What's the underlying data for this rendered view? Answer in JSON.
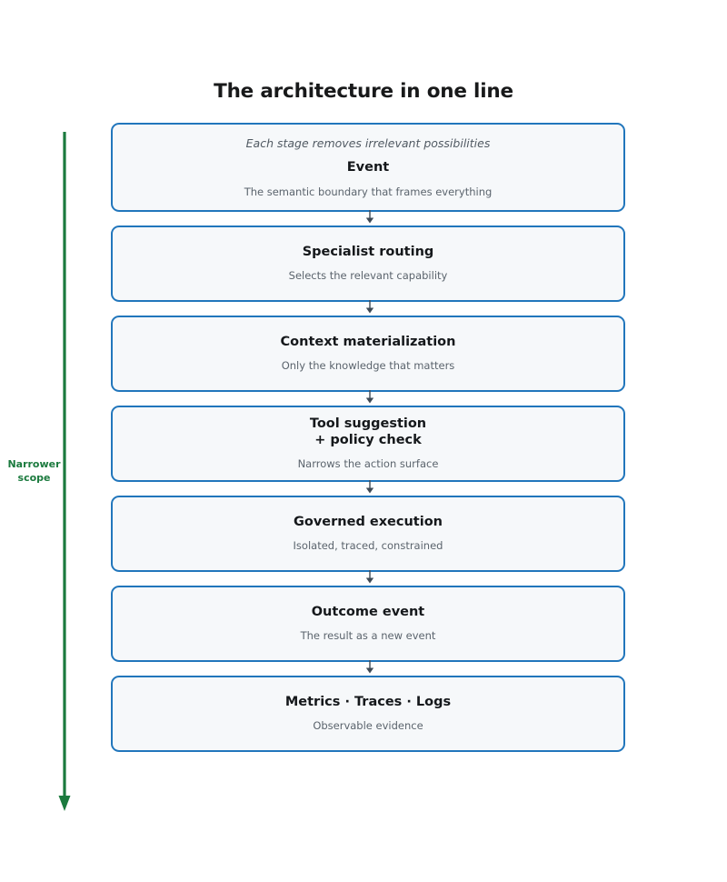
{
  "page": {
    "title": "The architecture in one line",
    "background_color": "#ffffff"
  },
  "scope_axis": {
    "label": "Narrower\nscope",
    "color": "#1b7a3e",
    "direction": "down",
    "arrow_name": "narrower-scope-arrow"
  },
  "style": {
    "box_border_color": "#2176bc",
    "box_fill_color": "#f6f8fa",
    "connector_color": "#3f4a55",
    "title_color": "#18191a",
    "subtitle_color": "#5b646d",
    "caption_color": "#515a63"
  },
  "flow": {
    "caption": "Each stage removes irrelevant possibilities",
    "stages": [
      {
        "title": "Event",
        "subtitle": "The semantic boundary that frames everything"
      },
      {
        "title": "Specialist routing",
        "subtitle": "Selects the relevant capability"
      },
      {
        "title": "Context materialization",
        "subtitle": "Only the knowledge that matters"
      },
      {
        "title": "Tool suggestion\n+ policy check",
        "subtitle": "Narrows the action surface"
      },
      {
        "title": "Governed execution",
        "subtitle": "Isolated, traced, constrained"
      },
      {
        "title": "Outcome event",
        "subtitle": "The result as a new event"
      },
      {
        "title": "Metrics · Traces · Logs",
        "subtitle": "Observable evidence"
      }
    ]
  }
}
